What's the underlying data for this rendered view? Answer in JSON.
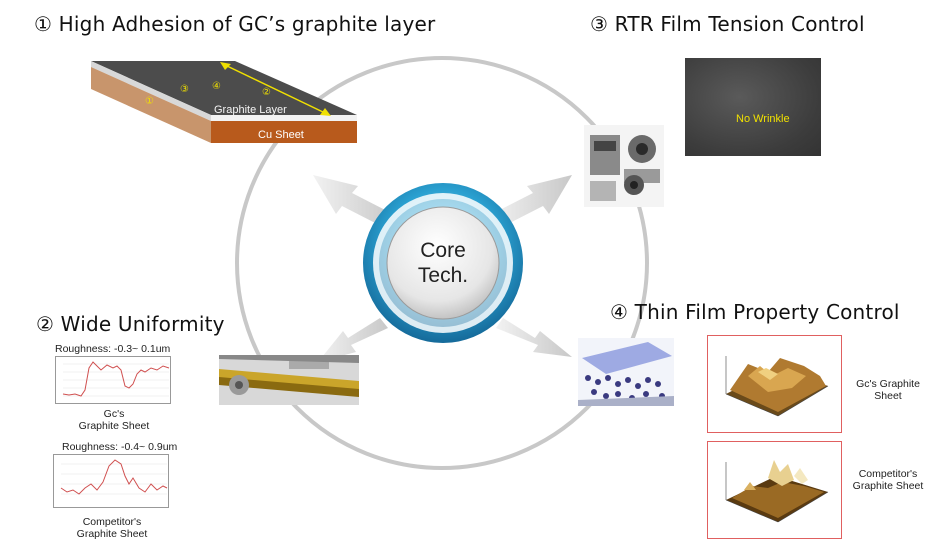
{
  "sections": {
    "s1": {
      "title": "① High Adhesion of GC’s graphite layer"
    },
    "s2": {
      "title": "② Wide Uniformity"
    },
    "s3": {
      "title": "③ RTR Film Tension Control"
    },
    "s4": {
      "title": "④ Thin Film Property Control"
    }
  },
  "center": {
    "line1": "Core",
    "line2": "Tech."
  },
  "layers": {
    "graphite": "Graphite Layer",
    "cu": "Cu Sheet",
    "markers": [
      "①",
      "③",
      "④",
      "②"
    ]
  },
  "film": {
    "label": "No Wrinkle"
  },
  "uniformity": {
    "gc": {
      "roughness": "Roughness: -0.3~ 0.1um",
      "caption1": "Gc's",
      "caption2": "Graphite Sheet"
    },
    "comp": {
      "roughness": "Roughness: -0.4~ 0.9um",
      "caption1": "Competitor's",
      "caption2": "Graphite Sheet"
    }
  },
  "afm": {
    "gc": {
      "caption1": "Gc's Graphite",
      "caption2": "Sheet"
    },
    "comp": {
      "caption1": "Competitor's",
      "caption2": "Graphite Sheet"
    }
  },
  "colors": {
    "ring": "#c8c8c8",
    "hub": "#2aa0d0",
    "cu": "#b85a1c",
    "graphite": "#555555",
    "afm_border": "#e06060"
  }
}
